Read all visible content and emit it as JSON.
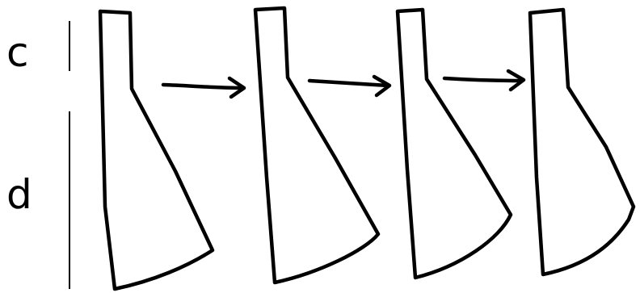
{
  "labels": {
    "upper": "c",
    "lower": "d"
  },
  "shape_count": 4,
  "arrow_count": 3,
  "colors": {
    "ink": "#000000",
    "background": "#ffffff"
  }
}
